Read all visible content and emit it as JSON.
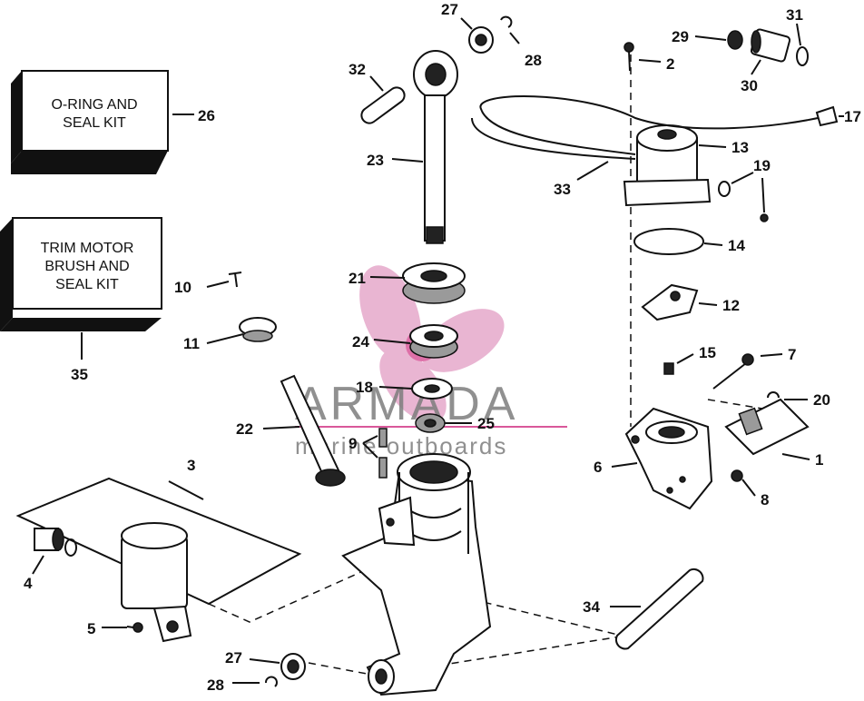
{
  "kits": {
    "oring": {
      "line1": "O-RING AND",
      "line2": "SEAL KIT",
      "ref": "26"
    },
    "trim": {
      "line1": "TRIM MOTOR",
      "line2": "BRUSH AND",
      "line3": "SEAL KIT",
      "ref": "35"
    }
  },
  "callouts": {
    "c1": "1",
    "c2": "2",
    "c3": "3",
    "c4": "4",
    "c5": "5",
    "c6": "6",
    "c7": "7",
    "c8": "8",
    "c9": "9",
    "c10": "10",
    "c11": "11",
    "c12": "12",
    "c13": "13",
    "c14": "14",
    "c15": "15",
    "c17": "17",
    "c18": "18",
    "c19": "19",
    "c20": "20",
    "c21": "21",
    "c22": "22",
    "c23": "23",
    "c24": "24",
    "c25": "25",
    "c27a": "27",
    "c27b": "27",
    "c28a": "28",
    "c28b": "28",
    "c29": "29",
    "c30": "30",
    "c31": "31",
    "c32": "32",
    "c33": "33",
    "c34": "34"
  },
  "watermark": {
    "brand": "ARMADA",
    "tagline": "marine outboards",
    "color": "#e0a7c8"
  }
}
